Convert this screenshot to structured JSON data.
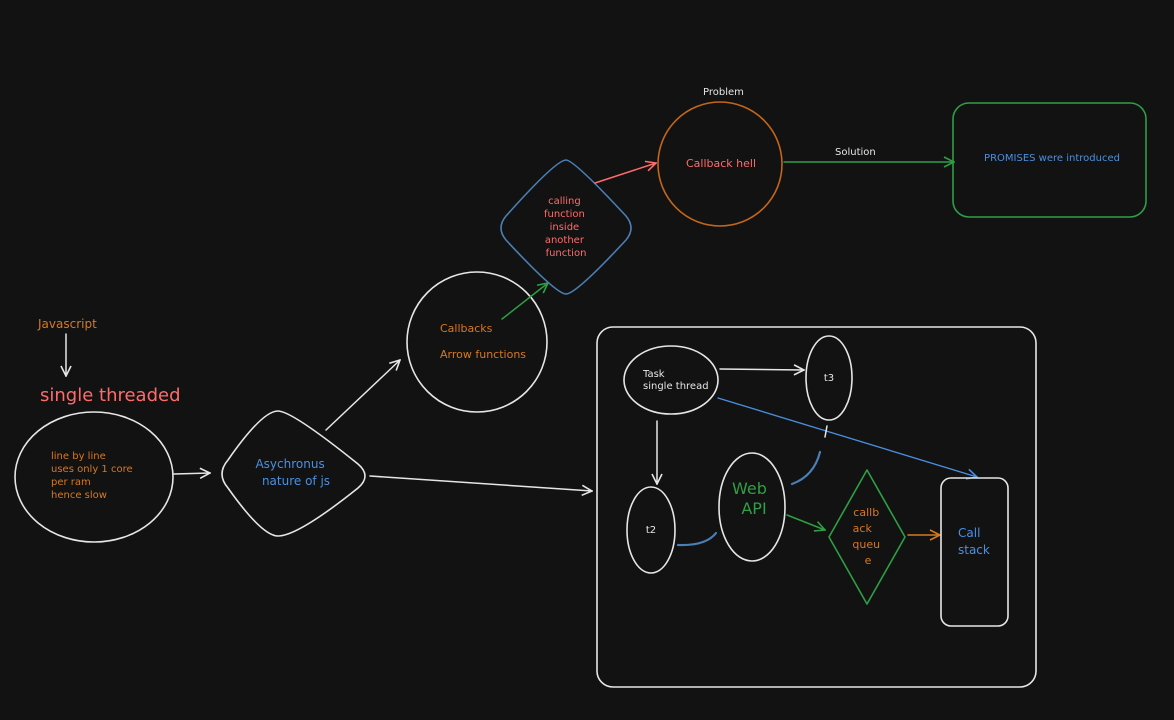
{
  "colors": {
    "background": "#121212",
    "white": "#e6e6e6",
    "orange": "#d9781f",
    "red": "#ff6b6b",
    "blue": "#4a90e2",
    "green": "#2f9e44",
    "orange_stroke": "#c2661a",
    "green_stroke": "#2f9e44",
    "blue_stroke": "#4a7fb5"
  },
  "labels": {
    "javascript": "Javascript",
    "single_threaded": "single threaded",
    "line_by_line": [
      "line by line",
      "uses only 1 core",
      "per ram",
      "hence slow"
    ],
    "async": [
      "Asychronus",
      "nature of js"
    ],
    "callbacks": "Callbacks",
    "arrow_functions": "Arrow functions",
    "calling_function": [
      "calling",
      "function",
      "inside",
      "another",
      "function"
    ],
    "problem": "Problem",
    "callback_hell": "Callback hell",
    "solution": "Solution",
    "promises": "PROMISES were introduced",
    "task": [
      "Task",
      "single thread"
    ],
    "t3": "t3",
    "t2": "t2",
    "web_api": [
      "Web",
      "API"
    ],
    "callback_queue": [
      "callb",
      "ack",
      "queu",
      "e"
    ],
    "call_stack": [
      "Call",
      "stack"
    ]
  }
}
